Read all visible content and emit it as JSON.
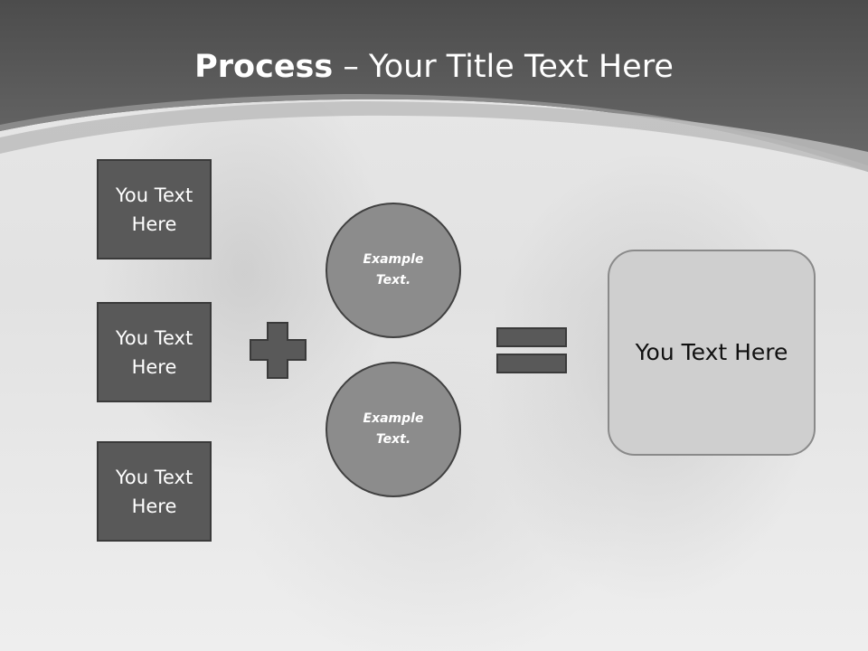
{
  "slide": {
    "title_bold": "Process",
    "title_rest": " – Your Title Text Here",
    "inputs": [
      {
        "label": "You Text Here"
      },
      {
        "label": "You Text Here"
      },
      {
        "label": "You Text Here"
      }
    ],
    "plus_symbol": "plus-icon",
    "circles": [
      {
        "label": "Example Text."
      },
      {
        "label": "Example Text."
      }
    ],
    "equals_symbol": "equals-icon",
    "result": {
      "label": "You Text Here"
    }
  },
  "colors": {
    "header": "#5a5a5a",
    "box_fill": "#595959",
    "circle_fill": "#8c8c8c",
    "result_fill": "#cfcfcf",
    "operator_fill": "#595959"
  }
}
